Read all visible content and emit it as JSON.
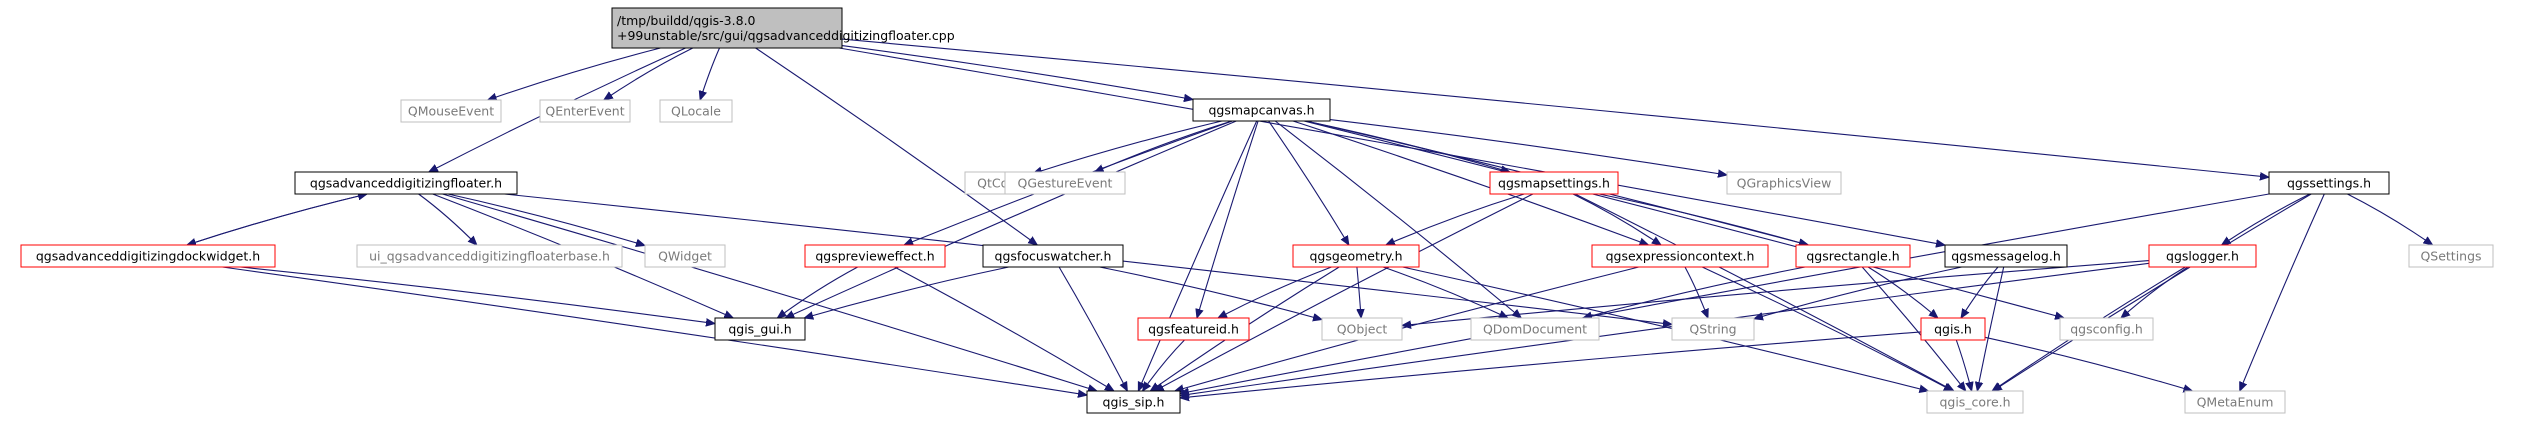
{
  "colors": {
    "edge": "#191970",
    "root_fill": "#bfbfbf",
    "black_border": "#000000",
    "red_border": "#ff0000",
    "gray_border": "#bfbfbf",
    "gray_text": "#7a7a7a"
  },
  "nodes": [
    {
      "id": "root",
      "lines": [
        "/tmp/buildd/qgis-3.8.0",
        "+99unstable/src/gui/qgsadvanceddigitizingfloater.cpp"
      ],
      "style": "root"
    },
    {
      "id": "qmouseevent",
      "lines": [
        "QMouseEvent"
      ],
      "style": "gray"
    },
    {
      "id": "qenterevent",
      "lines": [
        "QEnterEvent"
      ],
      "style": "gray"
    },
    {
      "id": "qlocale",
      "lines": [
        "QLocale"
      ],
      "style": "gray"
    },
    {
      "id": "qgsmapcanvas",
      "lines": [
        "qgsmapcanvas.h"
      ],
      "style": "black"
    },
    {
      "id": "qgssettings",
      "lines": [
        "qgssettings.h"
      ],
      "style": "black"
    },
    {
      "id": "qgsadvfloater",
      "lines": [
        "qgsadvanceddigitizingfloater.h"
      ],
      "style": "black"
    },
    {
      "id": "qtcore",
      "lines": [
        "QtCore"
      ],
      "style": "gray"
    },
    {
      "id": "qgestureevent",
      "lines": [
        "QGestureEvent"
      ],
      "style": "gray"
    },
    {
      "id": "qgsmapsettings",
      "lines": [
        "qgsmapsettings.h"
      ],
      "style": "red"
    },
    {
      "id": "qgraphicsview",
      "lines": [
        "QGraphicsView"
      ],
      "style": "gray"
    },
    {
      "id": "qgsadvdock",
      "lines": [
        "qgsadvanceddigitizingdockwidget.h"
      ],
      "style": "red"
    },
    {
      "id": "uifloaterbase",
      "lines": [
        "ui_qgsadvanceddigitizingfloaterbase.h"
      ],
      "style": "gray"
    },
    {
      "id": "qwidget",
      "lines": [
        "QWidget"
      ],
      "style": "gray"
    },
    {
      "id": "qgspreview",
      "lines": [
        "qgspreviewеffect.h"
      ],
      "style": "red"
    },
    {
      "id": "qgsfocuswatcher",
      "lines": [
        "qgsfocuswatcher.h"
      ],
      "style": "black"
    },
    {
      "id": "qgsgeometry",
      "lines": [
        "qgsgeometry.h"
      ],
      "style": "red"
    },
    {
      "id": "qgsexpressioncontext",
      "lines": [
        "qgsexpressioncontext.h"
      ],
      "style": "red"
    },
    {
      "id": "qgsrectangle",
      "lines": [
        "qgsrectangle.h"
      ],
      "style": "red"
    },
    {
      "id": "qgsmessagelog",
      "lines": [
        "qgsmessagelog.h"
      ],
      "style": "black"
    },
    {
      "id": "qgslogger",
      "lines": [
        "qgslogger.h"
      ],
      "style": "red"
    },
    {
      "id": "qsettings",
      "lines": [
        "QSettings"
      ],
      "style": "gray"
    },
    {
      "id": "qgsfeatureid",
      "lines": [
        "qgsfeatureid.h"
      ],
      "style": "red"
    },
    {
      "id": "qobject",
      "lines": [
        "QObject"
      ],
      "style": "gray"
    },
    {
      "id": "qdomdocument",
      "lines": [
        "QDomDocument"
      ],
      "style": "gray"
    },
    {
      "id": "qstring",
      "lines": [
        "QString"
      ],
      "style": "gray"
    },
    {
      "id": "qgish",
      "lines": [
        "qgis.h"
      ],
      "style": "red"
    },
    {
      "id": "qgsconfig",
      "lines": [
        "qgsconfig.h"
      ],
      "style": "gray"
    },
    {
      "id": "qgisgui",
      "lines": [
        "qgis_gui.h"
      ],
      "style": "black"
    },
    {
      "id": "qgissip",
      "lines": [
        "qgis_sip.h"
      ],
      "style": "black"
    },
    {
      "id": "qgiscore",
      "lines": [
        "qgis_core.h"
      ],
      "style": "gray"
    },
    {
      "id": "qmetaenum",
      "lines": [
        "QMetaEnum"
      ],
      "style": "gray"
    }
  ],
  "edges": [
    [
      "root",
      "qmouseevent"
    ],
    [
      "root",
      "qenterevent"
    ],
    [
      "root",
      "qlocale"
    ],
    [
      "root",
      "qgsmapcanvas"
    ],
    [
      "root",
      "qgssettings"
    ],
    [
      "root",
      "qgsadvfloater"
    ],
    [
      "root",
      "qgsfocuswatcher"
    ],
    [
      "root",
      "qgsmessagelog"
    ],
    [
      "qgsmapcanvas",
      "qtcore"
    ],
    [
      "qgsmapcanvas",
      "qgestureevent"
    ],
    [
      "qgsmapcanvas",
      "qgsmapsettings"
    ],
    [
      "qgsmapcanvas",
      "qgraphicsview"
    ],
    [
      "qgsmapcanvas",
      "qgspreview"
    ],
    [
      "qgsmapcanvas",
      "qgsgeometry"
    ],
    [
      "qgsmapcanvas",
      "qgsexpressioncontext"
    ],
    [
      "qgsmapcanvas",
      "qgsrectangle"
    ],
    [
      "qgsmapcanvas",
      "qgsfeatureid"
    ],
    [
      "qgsmapcanvas",
      "qdomdocument"
    ],
    [
      "qgsmapcanvas",
      "qgsconfig"
    ],
    [
      "qgsmapcanvas",
      "qgisgui"
    ],
    [
      "qgsmapcanvas",
      "qgissip"
    ],
    [
      "qgssettings",
      "qgslogger"
    ],
    [
      "qgssettings",
      "qsettings"
    ],
    [
      "qgssettings",
      "qgissip"
    ],
    [
      "qgssettings",
      "qgiscore"
    ],
    [
      "qgssettings",
      "qmetaenum"
    ],
    [
      "qgsadvfloater",
      "qgsadvdock"
    ],
    [
      "qgsadvfloater",
      "uifloaterbase"
    ],
    [
      "qgsadvfloater",
      "qwidget"
    ],
    [
      "qgsadvfloater",
      "qstring"
    ],
    [
      "qgsadvfloater",
      "qgisgui"
    ],
    [
      "qgsadvfloater",
      "qgissip"
    ],
    [
      "qgsadvdock",
      "qgsadvfloater"
    ],
    [
      "qgsadvdock",
      "qgisgui"
    ],
    [
      "qgsadvdock",
      "qgissip"
    ],
    [
      "qgsmapsettings",
      "qgsgeometry"
    ],
    [
      "qgsmapsettings",
      "qgsexpressioncontext"
    ],
    [
      "qgsmapsettings",
      "qgsrectangle"
    ],
    [
      "qgsmapsettings",
      "qgissip"
    ],
    [
      "qgsmapsettings",
      "qgiscore"
    ],
    [
      "qgspreview",
      "qgisgui"
    ],
    [
      "qgspreview",
      "qgissip"
    ],
    [
      "qgsfocuswatcher",
      "qobject"
    ],
    [
      "qgsfocuswatcher",
      "qgisgui"
    ],
    [
      "qgsfocuswatcher",
      "qgissip"
    ],
    [
      "qgsgeometry",
      "qgsfeatureid"
    ],
    [
      "qgsgeometry",
      "qobject"
    ],
    [
      "qgsgeometry",
      "qdomdocument"
    ],
    [
      "qgsgeometry",
      "qgissip"
    ],
    [
      "qgsgeometry",
      "qgiscore"
    ],
    [
      "qgsexpressioncontext",
      "qstring"
    ],
    [
      "qgsexpressioncontext",
      "qgissip"
    ],
    [
      "qgsexpressioncontext",
      "qgiscore"
    ],
    [
      "qgsrectangle",
      "qdomdocument"
    ],
    [
      "qgsrectangle",
      "qgish"
    ],
    [
      "qgsrectangle",
      "qgiscore"
    ],
    [
      "qgsmessagelog",
      "qstring"
    ],
    [
      "qgsmessagelog",
      "qgish"
    ],
    [
      "qgsmessagelog",
      "qgiscore"
    ],
    [
      "qgslogger",
      "qobject"
    ],
    [
      "qgslogger",
      "qgsconfig"
    ],
    [
      "qgslogger",
      "qgissip"
    ],
    [
      "qgslogger",
      "qgiscore"
    ],
    [
      "qgsfeatureid",
      "qgissip"
    ],
    [
      "qgish",
      "qgissip"
    ],
    [
      "qgish",
      "qgiscore"
    ],
    [
      "qgish",
      "qmetaenum"
    ]
  ]
}
